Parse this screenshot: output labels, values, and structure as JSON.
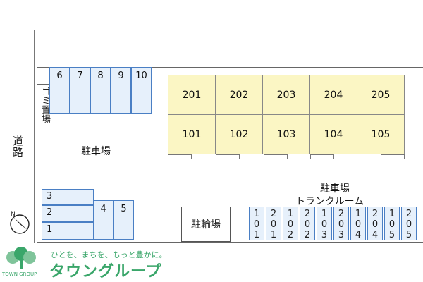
{
  "road": {
    "label": "道路"
  },
  "garbage": {
    "label": "ゴミ置場"
  },
  "parking_top": {
    "label": "駐車場",
    "slots": [
      "6",
      "7",
      "8",
      "9",
      "10"
    ]
  },
  "parking_left": {
    "slots_horizontal": [
      "3",
      "2",
      "1"
    ],
    "slots_vertical": [
      "4",
      "5"
    ]
  },
  "building": {
    "upper_row": [
      "201",
      "202",
      "203",
      "204",
      "205"
    ],
    "lower_row": [
      "101",
      "102",
      "103",
      "104",
      "105"
    ]
  },
  "parking_right": {
    "label": "駐車場",
    "trunk_room_label": "トランクルーム",
    "slots": [
      [
        "1",
        "0",
        "1"
      ],
      [
        "2",
        "0",
        "1"
      ],
      [
        "1",
        "0",
        "2"
      ],
      [
        "2",
        "0",
        "2"
      ],
      [
        "1",
        "0",
        "3"
      ],
      [
        "2",
        "0",
        "3"
      ],
      [
        "1",
        "0",
        "4"
      ],
      [
        "2",
        "0",
        "4"
      ],
      [
        "1",
        "0",
        "5"
      ],
      [
        "2",
        "0",
        "5"
      ]
    ]
  },
  "bicycle": {
    "label": "駐輪場"
  },
  "north": {
    "label": "N"
  },
  "footer": {
    "tagline": "ひとを、まちを、もっと豊かに。",
    "brand": "タウングループ",
    "logo_text": "TOWN GROUP"
  },
  "colors": {
    "parking_fill": "#e6f0fb",
    "parking_border": "#4a7fc4",
    "unit_fill": "#fbf6c4",
    "brand_green": "#3aa66a"
  }
}
